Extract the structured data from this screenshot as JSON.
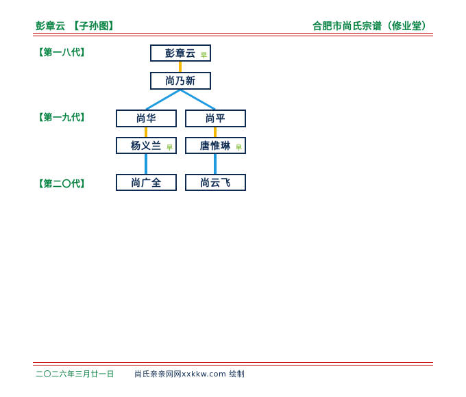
{
  "header": {
    "left_title": "彭章云 【子孙图】",
    "right_title": "合肥市尚氏宗谱（修业堂）",
    "accent_color": "#00803f",
    "rule_color": "#cc0000"
  },
  "generations": [
    {
      "label": "【第一八代】"
    },
    {
      "label": "【第一九代】"
    },
    {
      "label": "【第二〇代】"
    }
  ],
  "people": [
    {
      "name": "彭章云",
      "gender_mark": "早",
      "generation": "【第一八代】"
    },
    {
      "name": "尚乃新",
      "gender_mark": "",
      "generation": "【第一八代】"
    },
    {
      "name": "尚华",
      "gender_mark": "",
      "generation": "【第一九代】"
    },
    {
      "name": "尚平",
      "gender_mark": "",
      "generation": "【第一九代】"
    },
    {
      "name": "杨义兰",
      "gender_mark": "早",
      "generation": "【第一九代】"
    },
    {
      "name": "唐惟琳",
      "gender_mark": "早",
      "generation": "【第一九代】"
    },
    {
      "name": "尚广全",
      "gender_mark": "",
      "generation": "【第二〇代】"
    },
    {
      "name": "尚云飞",
      "gender_mark": "",
      "generation": "【第二〇代】"
    }
  ],
  "connectors": {
    "spouse_color": "#f5b800",
    "descent_color": "#1e9be0"
  },
  "box_style": {
    "border_color": "#0d2b52",
    "text_color": "#0d2b52"
  },
  "footer": {
    "date": "二〇二六年三月廿一日",
    "credit": "尚氏亲亲网网xxkkw.com 绘制"
  }
}
